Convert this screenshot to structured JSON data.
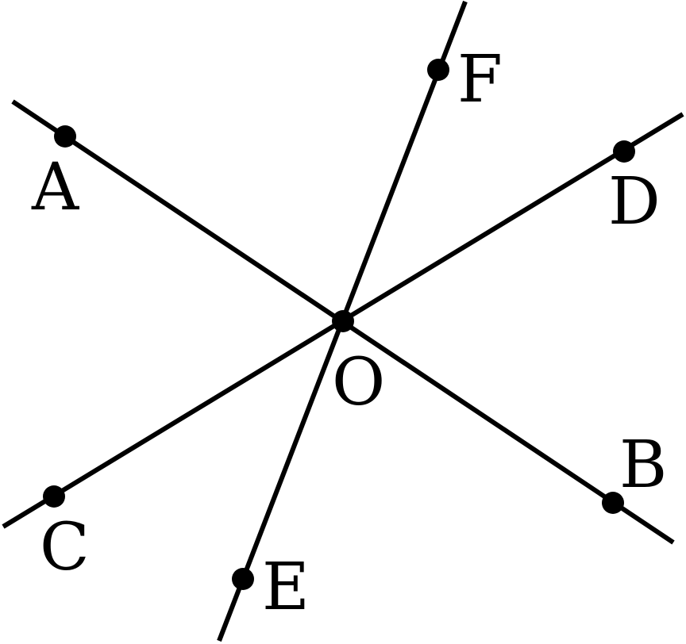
{
  "diagram": {
    "lines": [
      "AB",
      "CD",
      "EF"
    ],
    "points": {
      "A": "A",
      "B": "B",
      "C": "C",
      "D": "D",
      "E": "E",
      "F": "F",
      "O": "O"
    }
  },
  "colors": {
    "stroke": "#000000",
    "background": "#ffffff"
  }
}
